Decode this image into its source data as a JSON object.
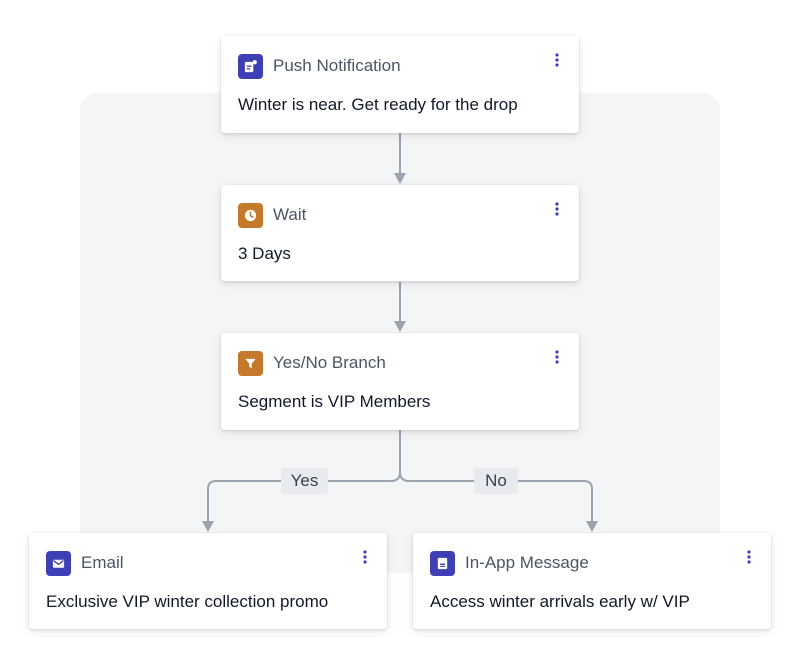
{
  "colors": {
    "indigo": "#3f3fb5",
    "amber": "#c57a2b",
    "connector": "#9ca3af",
    "dots": "#3f3fb5"
  },
  "nodes": {
    "push": {
      "type": "Push Notification",
      "body": "Winter is near. Get ready for the drop",
      "icon": "push-notification-icon"
    },
    "wait": {
      "type": "Wait",
      "body": "3 Days",
      "icon": "clock-icon"
    },
    "branch": {
      "type": "Yes/No Branch",
      "body": "Segment is VIP Members",
      "icon": "filter-icon"
    },
    "email": {
      "type": "Email",
      "body": "Exclusive VIP winter collection promo",
      "icon": "envelope-icon"
    },
    "inapp": {
      "type": "In-App Message",
      "body": "Access winter arrivals early w/ VIP",
      "icon": "in-app-message-icon"
    }
  },
  "branches": {
    "yes": "Yes",
    "no": "No"
  }
}
